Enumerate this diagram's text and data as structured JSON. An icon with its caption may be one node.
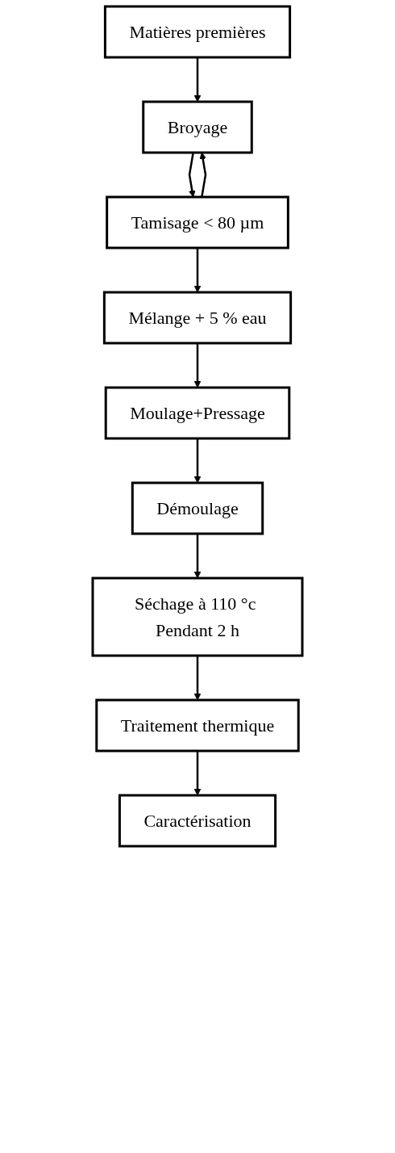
{
  "diagram": {
    "nodes": [
      {
        "text": [
          "Matières premières"
        ]
      },
      {
        "text": [
          "Broyage"
        ]
      },
      {
        "text": [
          "Tamisage < 80 µm"
        ]
      },
      {
        "text": [
          "Mélange + 5 % eau"
        ]
      },
      {
        "text": [
          "Moulage+Pressage"
        ]
      },
      {
        "text": [
          "Démoulage"
        ]
      },
      {
        "text": [
          "Séchage à 110 °c Pendant 2 h"
        ]
      },
      {
        "text": [
          "Traitement thermique"
        ]
      },
      {
        "text": [
          "Caractérisation"
        ]
      }
    ],
    "edges": [
      {
        "from": 0,
        "to": 1,
        "arrow": "to"
      },
      {
        "from": 1,
        "to": 2,
        "arrow": "to"
      },
      {
        "from": 2,
        "to": 1,
        "arrow": "to"
      },
      {
        "from": 2,
        "to": 3,
        "arrow": "to"
      },
      {
        "from": 3,
        "to": 4,
        "arrow": "to"
      },
      {
        "from": 4,
        "to": 5,
        "arrow": "to"
      },
      {
        "from": 5,
        "to": 6,
        "arrow": "to"
      },
      {
        "from": 6,
        "to": 7,
        "arrow": "to"
      },
      {
        "from": 7,
        "to": 8,
        "arrow": "to"
      }
    ]
  }
}
